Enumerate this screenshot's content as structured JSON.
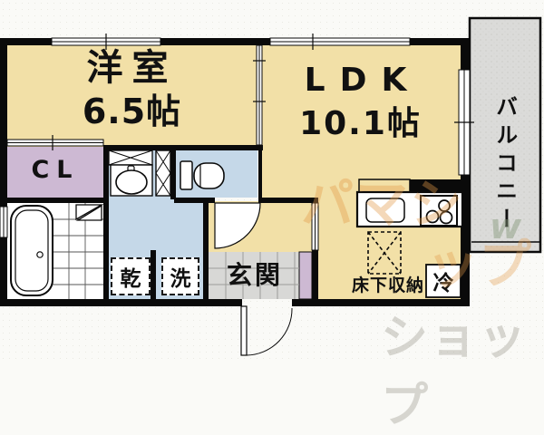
{
  "plan_title": "1LDK apartment floor plan",
  "rooms": {
    "western_room": {
      "name": "洋室",
      "size": "6.5帖"
    },
    "ldk": {
      "name": "LDK",
      "size": "10.1帖"
    },
    "balcony": {
      "name": "バルコニー"
    },
    "closet": {
      "label": "CL"
    },
    "entrance": {
      "label": "玄関"
    },
    "underfloor_storage": {
      "label": "床下収納"
    },
    "refrigerator": {
      "label": "冷"
    },
    "dryer": {
      "label": "乾"
    },
    "washer": {
      "label": "洗"
    }
  },
  "watermark": {
    "line1": "パマシ",
    "line2": "ップ",
    "line3": "ショップ",
    "leaf": "w"
  },
  "colors": {
    "room_beige": "#F2E0A7",
    "closet_purple": "#CDB9D3",
    "water_blue": "#C5D8E8",
    "gray_area": "#DBDBD9",
    "wall": "#0A0A0A"
  }
}
